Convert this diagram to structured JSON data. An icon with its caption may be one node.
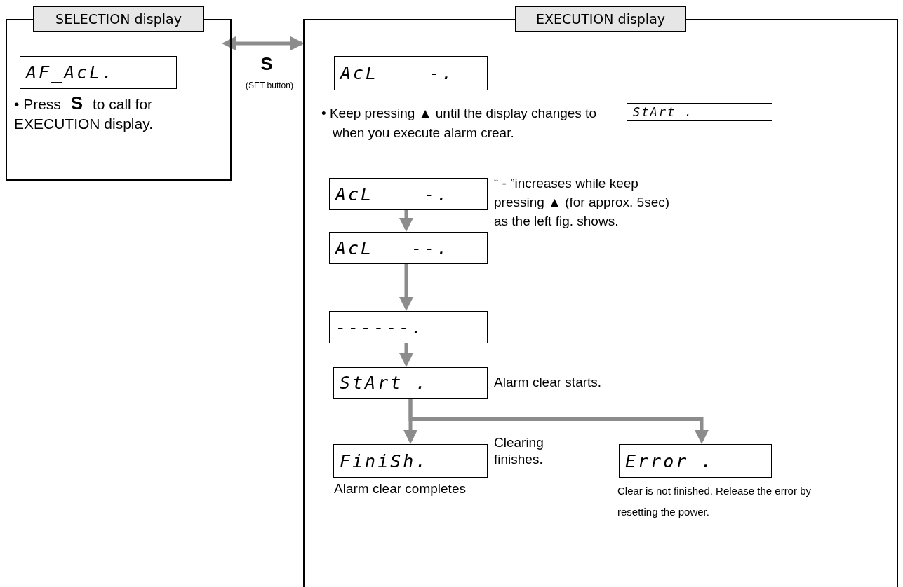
{
  "diagram": {
    "nodes": [
      {
        "text": [
          "SELECTION display",
          "• Press **S** to call for EXECUTION display."
        ]
      },
      {
        "text": [
          "AF_AcL."
        ],
        "in": 0
      },
      {
        "text": [
          "EXECUTION display"
        ]
      },
      {
        "text": [
          "AcL    -."
        ],
        "in": 2
      },
      {
        "text": [
          "AcL    -."
        ],
        "in": 2
      },
      {
        "text": [
          "AcL   --."
        ],
        "in": 2
      },
      {
        "text": [
          "------."
        ],
        "in": 2
      },
      {
        "text": [
          "StArt ."
        ],
        "in": 2,
        "beside": [
          "Alarm clear starts."
        ]
      },
      {
        "text": [
          "FiniSh."
        ],
        "in": 2,
        "beside": [
          "Clearing finishes.",
          "Alarm clear completes"
        ]
      },
      {
        "text": [
          "Error ."
        ],
        "in": 2,
        "beside": [
          "Clear is not finished. Release the error by resetting the power."
        ]
      }
    ],
    "edges": [
      {
        "from": 0,
        "to": 2,
        "arrow": "both",
        "label": "S"
      },
      {
        "from": 4,
        "to": 5,
        "arrow": "to"
      },
      {
        "from": 5,
        "to": 6,
        "arrow": "to"
      },
      {
        "from": 6,
        "to": 7,
        "arrow": "to"
      },
      {
        "from": 7,
        "to": 8,
        "arrow": "to"
      },
      {
        "from": 7,
        "to": 9,
        "arrow": "to"
      }
    ],
    "labels": [
      "(SET button)",
      "• Keep pressing ▲ until the display changes to",
      "StArt .",
      "when you execute alarm crear.",
      "“ - ”increases while keep pressing ▲ (for approx. 5sec) as the left fig. shows."
    ]
  }
}
